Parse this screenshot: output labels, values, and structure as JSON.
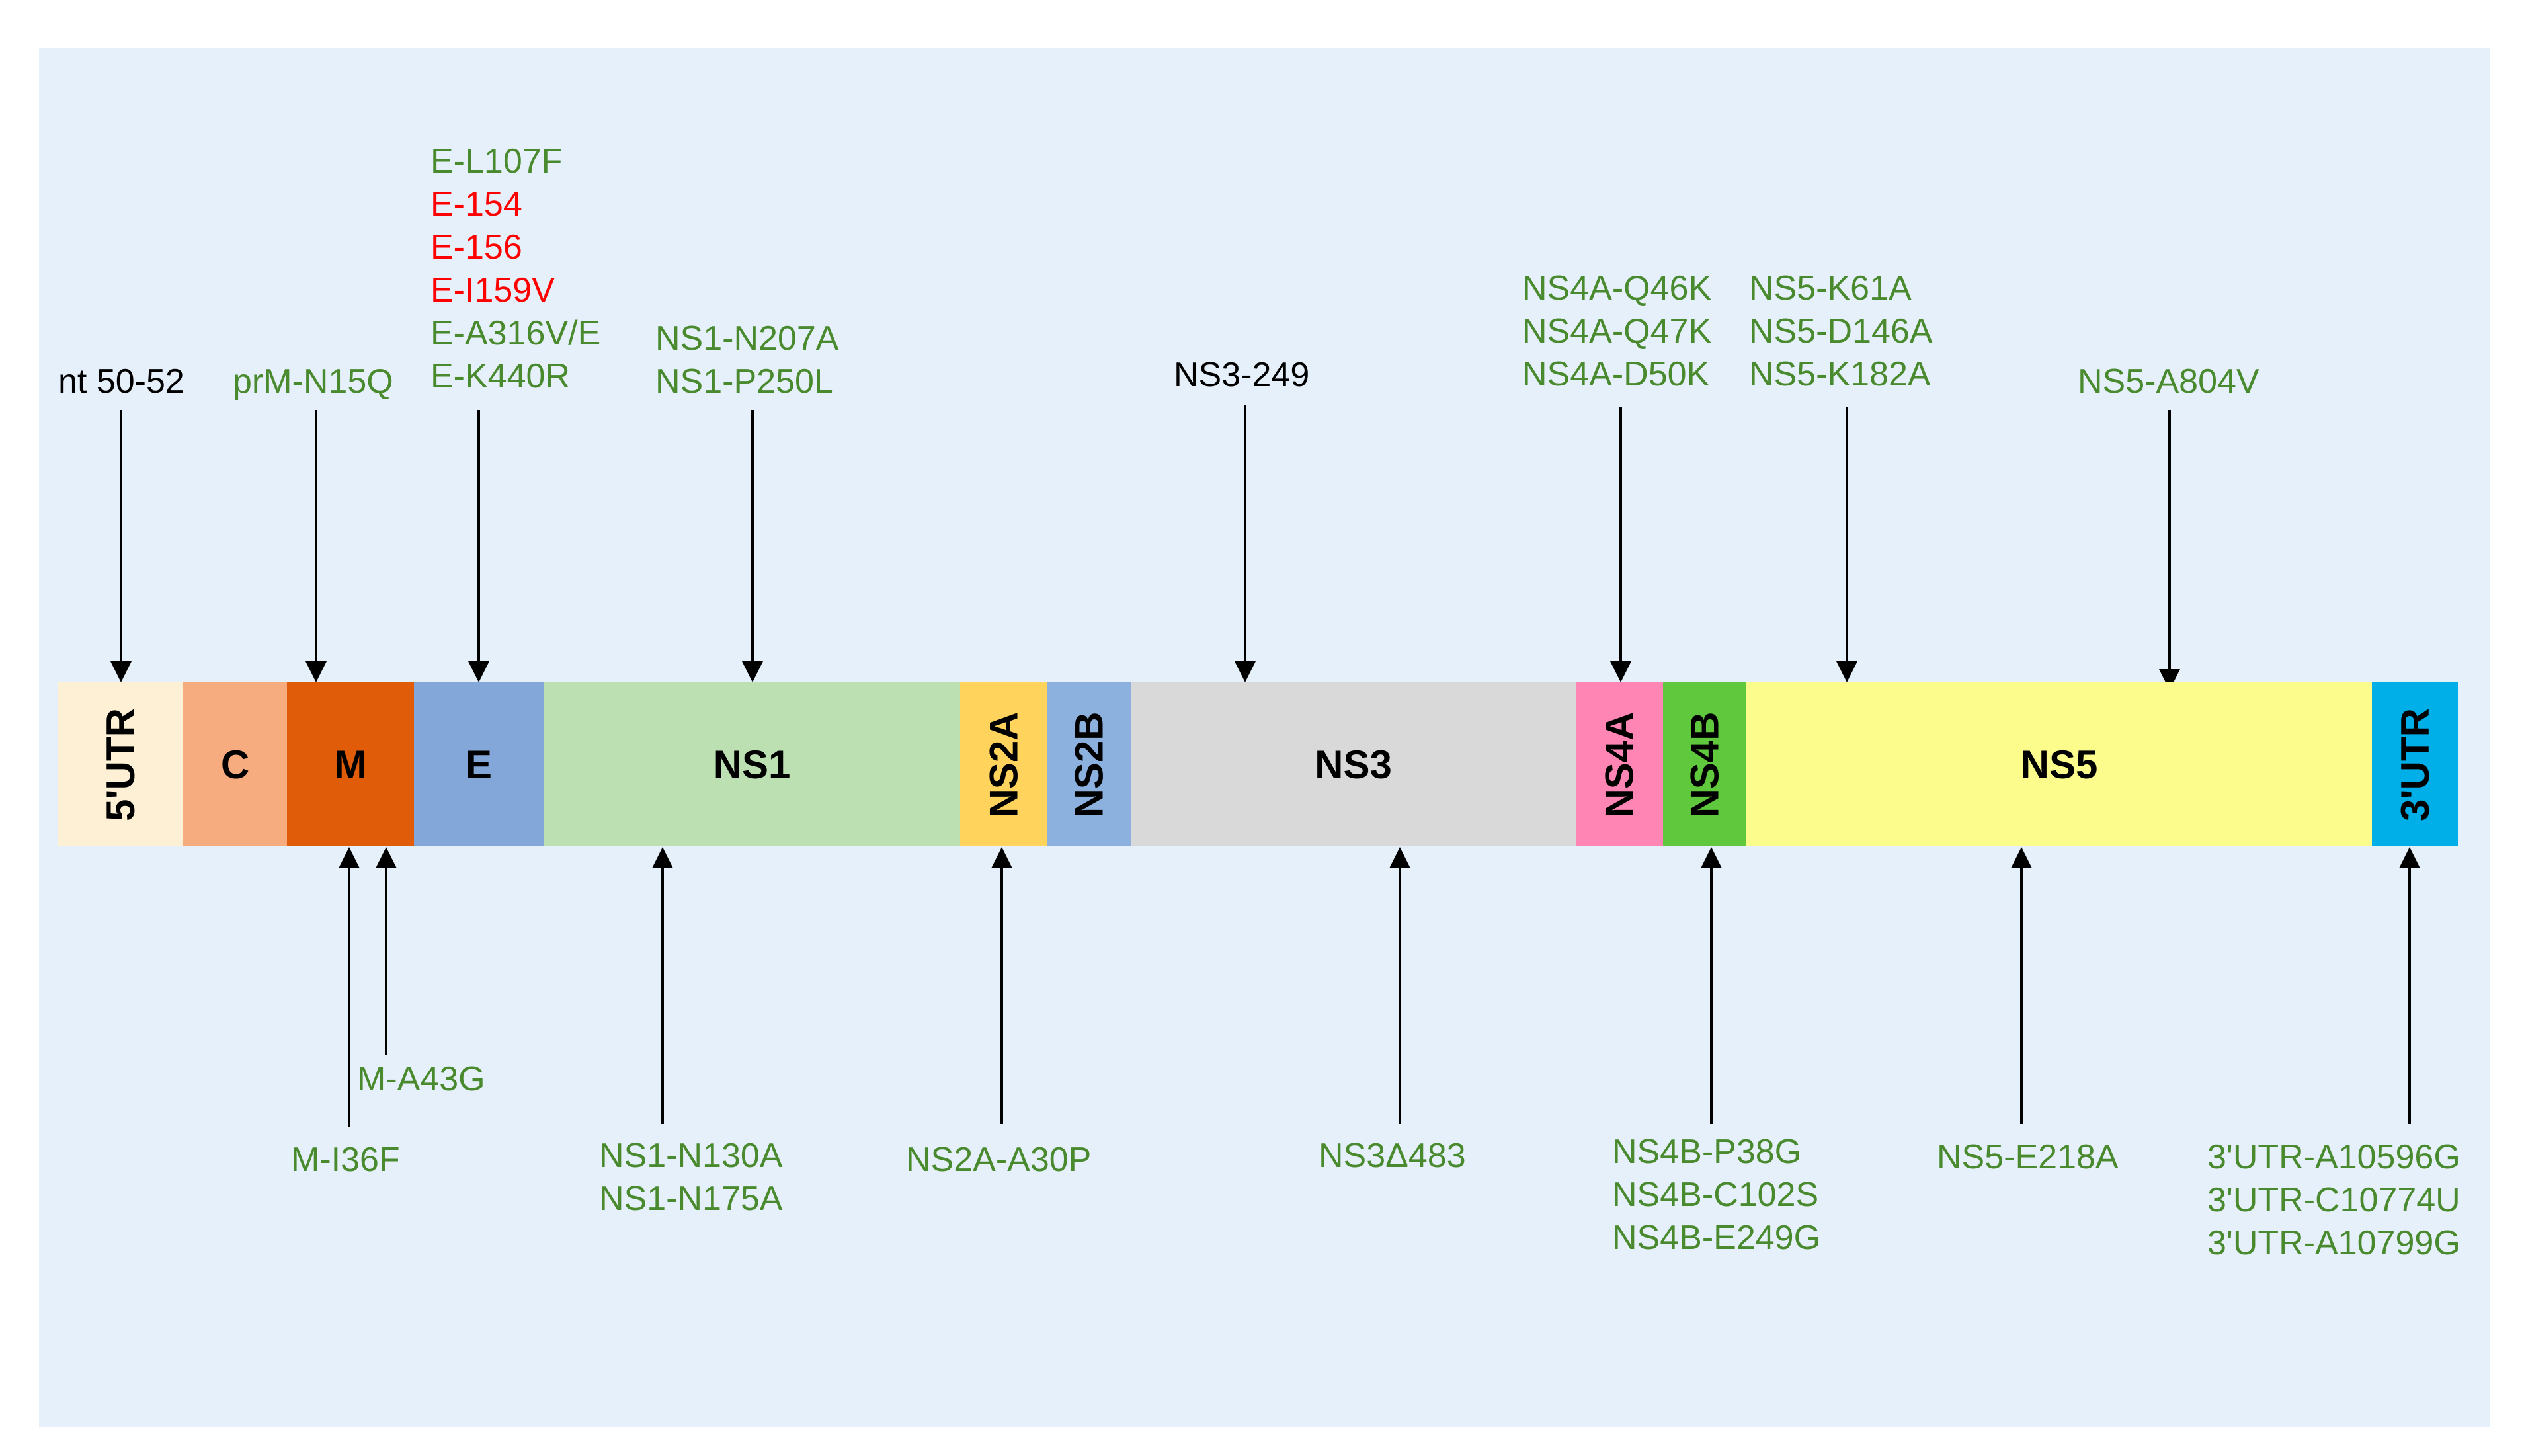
{
  "colors": {
    "background": "#e6f0fa",
    "green_label": "#4a8a2e",
    "red_label": "#ff0000"
  },
  "segments": [
    {
      "label": "5'UTR",
      "color": "#fdf0d5"
    },
    {
      "label": "C",
      "color": "#f7ac7f"
    },
    {
      "label": "M",
      "color": "#e05c08"
    },
    {
      "label": "E",
      "color": "#84a7d9"
    },
    {
      "label": "NS1",
      "color": "#bce0b2"
    },
    {
      "label": "NS2A",
      "color": "#ffd35c"
    },
    {
      "label": "NS2B",
      "color": "#8db1de"
    },
    {
      "label": "NS3",
      "color": "#d9d9d9"
    },
    {
      "label": "NS4A",
      "color": "#ff86b4"
    },
    {
      "label": "NS4B",
      "color": "#5fc83c"
    },
    {
      "label": "NS5",
      "color": "#fbfc8c"
    },
    {
      "label": "3'UTR",
      "color": "#00aee8"
    }
  ],
  "top_labels": {
    "utr5": [
      "nt 50-52"
    ],
    "prm": [
      "prM-N15Q"
    ],
    "e": [
      "E-L107F",
      "E-154",
      "E-156",
      "E-I159V",
      "E-A316V/E",
      "E-K440R"
    ],
    "ns1": [
      "NS1-N207A",
      "NS1-P250L"
    ],
    "ns3": [
      "NS3-249"
    ],
    "ns4a": [
      "NS4A-Q46K",
      "NS4A-Q47K",
      "NS4A-D50K"
    ],
    "ns5a": [
      "NS5-K61A",
      "NS5-D146A",
      "NS5-K182A"
    ],
    "ns5b": [
      "NS5-A804V"
    ]
  },
  "bottom_labels": {
    "m_a43g": [
      "M-A43G"
    ],
    "m_i36f": [
      "M-I36F"
    ],
    "ns1": [
      "NS1-N130A",
      "NS1-N175A"
    ],
    "ns2a": [
      "NS2A-A30P"
    ],
    "ns3": [
      "NS3Δ483"
    ],
    "ns4b": [
      "NS4B-P38G",
      "NS4B-C102S",
      "NS4B-E249G"
    ],
    "ns5": [
      "NS5-E218A"
    ],
    "utr3": [
      "3'UTR-A10596G",
      "3'UTR-C10774U",
      "3'UTR-A10799G"
    ]
  }
}
